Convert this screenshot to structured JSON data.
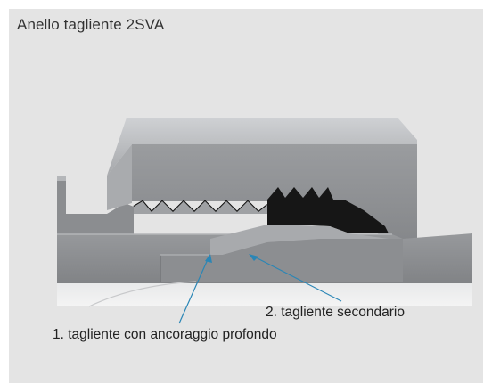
{
  "title": "Anello tagliente 2SVA",
  "labels": {
    "secondary": "2. tagliente secondario",
    "primary": "1. tagliente con ancoraggio profondo"
  },
  "colors": {
    "panel_background": "#e4e4e4",
    "steel_face": "#8f9194",
    "steel_top": "#b9bbbe",
    "cutting_ring": "#1a1a1a",
    "leader_lines": "#2a86b6"
  }
}
